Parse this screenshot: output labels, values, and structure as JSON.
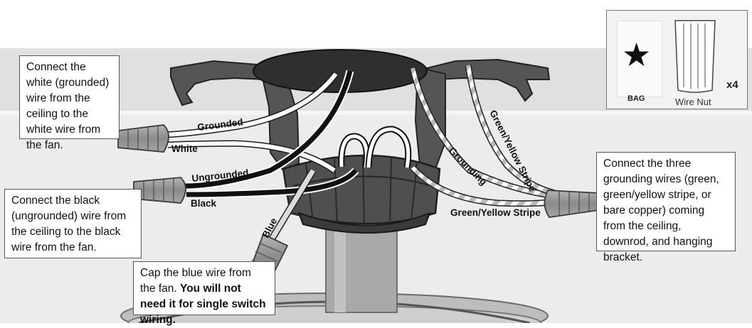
{
  "wire_labels": {
    "grounded": "Grounded",
    "white": "White",
    "ungrounded": "Ungrounded",
    "black": "Black",
    "blue": "Blue",
    "grounding": "Grounding",
    "green_yellow_stripe_upper": "Green/Yellow Stripe",
    "green_yellow_stripe_lower": "Green/Yellow Stripe"
  },
  "callouts": {
    "white_wire": "Connect the white (grounded) wire from the ceiling to the white wire from the fan.",
    "black_wire": "Connect the black (ungrounded) wire from the ceiling to the black wire from the fan.",
    "blue_wire_normal": "Cap the blue wire from the fan.",
    "blue_wire_bold": "You will not need it for single switch wiring.",
    "grounding_wires": "Connect the three grounding wires (green, green/yellow stripe, or bare copper) coming from the ceiling, downrod, and hanging bracket."
  },
  "parts": {
    "bag_label": "BAG",
    "wire_nut_label": "Wire Nut",
    "quantity": "x4"
  },
  "colors": {
    "wall_band": "#e3e3e3",
    "fan_body": "#4d4d4d",
    "ceiling_plate": "#2e2e2e",
    "white_wire": "#ffffff",
    "black_wire": "#111111",
    "ground_wire": "#c8c8c8",
    "wire_nut": "#8c8c8c"
  },
  "icons": [
    "star-icon",
    "wire-nut-icon"
  ]
}
